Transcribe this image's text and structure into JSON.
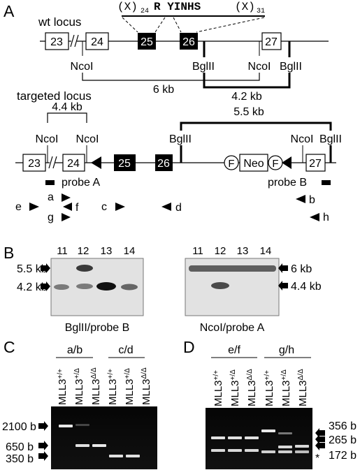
{
  "panels": {
    "A": {
      "letter": "A",
      "wt_label": "wt locus",
      "motif_left": "(X)",
      "motif_sub1": "24",
      "motif_mid": "R YINHS",
      "motif_right": "(X)",
      "motif_sub2": "31",
      "exons_wt": [
        "23",
        "24",
        "25",
        "26",
        "27"
      ],
      "site_ncoi": "NcoI",
      "site_bglii": "BglII",
      "wt_frag_ncoi": "6 kb",
      "wt_frag_bglii": "4.2 kb",
      "targeted_label": "targeted locus",
      "tg_frag_ncoi": "4.4 kb",
      "tg_frag_bglii": "5.5 kb",
      "exons_tg": [
        "23",
        "24",
        "25",
        "26",
        "27"
      ],
      "frt": "F",
      "neo": "Neo",
      "probe_a": "probe A",
      "probe_b": "probe B",
      "primers": [
        "a",
        "b",
        "c",
        "d",
        "e",
        "f",
        "g",
        "h"
      ]
    },
    "B": {
      "letter": "B",
      "lanes": [
        "11",
        "12",
        "13",
        "14"
      ],
      "left_blot_caption": "BglII/probe B",
      "right_blot_caption": "NcoI/probe A",
      "left_sizes": [
        "5.5 kb",
        "4.2 kb"
      ],
      "right_sizes": [
        "6 kb",
        "4.4 kb"
      ]
    },
    "C": {
      "letter": "C",
      "groups": [
        "a/b",
        "c/d"
      ],
      "lane_base": "MLL3",
      "genotypes": [
        "+/+",
        "+/Δ",
        "Δ/Δ"
      ],
      "sizes": [
        "2100 b",
        "650 b",
        "350 b"
      ]
    },
    "D": {
      "letter": "D",
      "groups": [
        "e/f",
        "g/h"
      ],
      "lane_base": "MLL3",
      "genotypes": [
        "+/+",
        "+/Δ",
        "Δ/Δ"
      ],
      "sizes": [
        "356 b",
        "265 b",
        "172 b"
      ],
      "asterisk": "*"
    }
  }
}
